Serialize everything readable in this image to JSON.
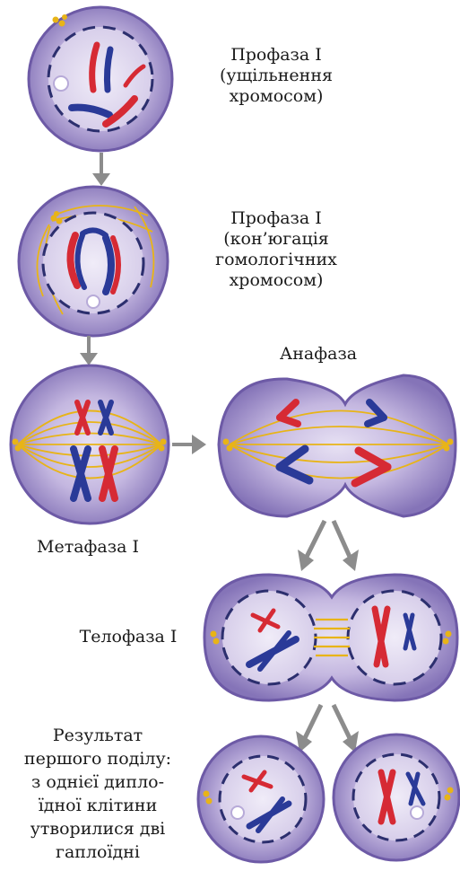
{
  "stages": {
    "prophase1a": {
      "lines": [
        "Профаза I",
        "(ущільнення",
        "хромосом)"
      ]
    },
    "prophase1b": {
      "lines": [
        "Профаза I",
        "(кон’югація",
        "гомологічних",
        "хромосом)"
      ]
    },
    "anaphase": {
      "lines": [
        "Анафаза"
      ]
    },
    "metaphase1": {
      "lines": [
        "Метафаза I"
      ]
    },
    "telophase1": {
      "lines": [
        "Телофаза I"
      ]
    },
    "result": {
      "lines": [
        "Результат",
        "першого поділу:",
        "з однієї дипло-",
        "їдної клітини",
        "утворилися дві",
        "гаплоїдні"
      ]
    }
  },
  "colors": {
    "cell_fill": "#a998cf",
    "cell_edge": "#6d5aa6",
    "nucleus_dash": "#2c2f6e",
    "chrom_red": "#d62a34",
    "chrom_blue": "#2a3a98",
    "spindle": "#e8b417",
    "arrow": "#8c8c8c"
  }
}
